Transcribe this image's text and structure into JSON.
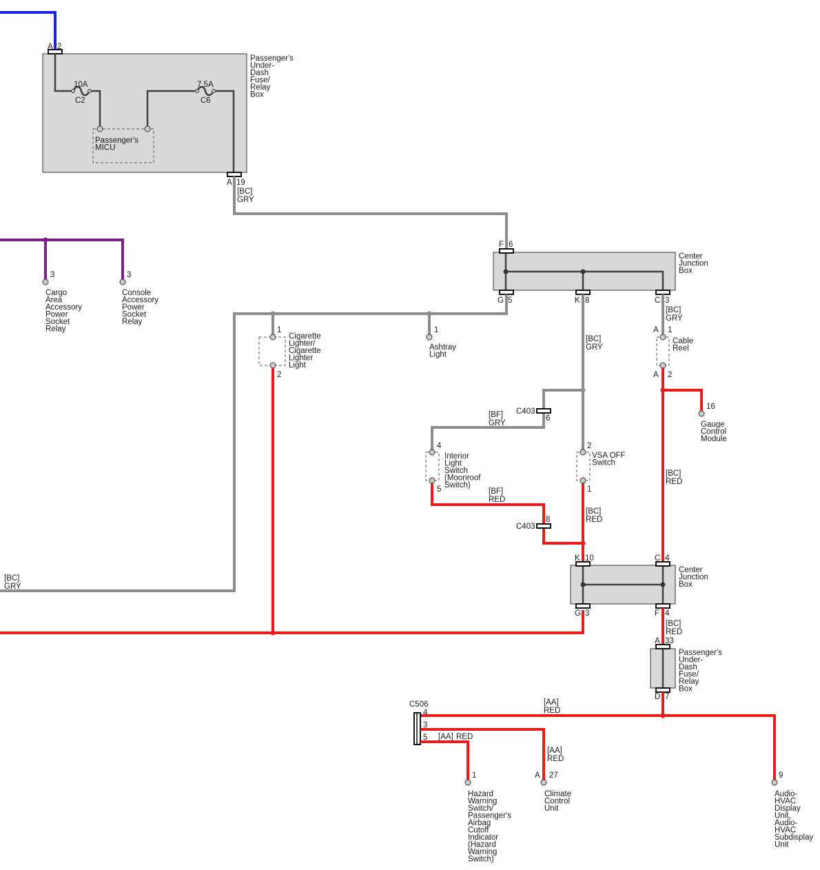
{
  "components": {
    "fuse_box_top": {
      "lines": [
        "Passenger's",
        "Under-",
        "Dash",
        "Fuse/",
        "Relay",
        "Box"
      ]
    },
    "micu": {
      "lines": [
        "Passenger's",
        "MICU"
      ]
    },
    "fuse_c2": {
      "rating": "10A",
      "name": "C2"
    },
    "fuse_c6": {
      "rating": "7.5A",
      "name": "C6"
    },
    "cjb_top": {
      "lines": [
        "Center",
        "Junction",
        "Box"
      ]
    },
    "cjb_bottom": {
      "lines": [
        "Center",
        "Junction",
        "Box"
      ]
    },
    "fuse_box_bottom": {
      "lines": [
        "Passenger's",
        "Under-",
        "Dash",
        "Fuse/",
        "Relay",
        "Box"
      ]
    },
    "cargo_relay": {
      "pin": "3",
      "lines": [
        "Cargo",
        "Area",
        "Accessory",
        "Power",
        "Socket",
        "Relay"
      ]
    },
    "console_relay": {
      "pin": "3",
      "lines": [
        "Console",
        "Accessory",
        "Power",
        "Socket",
        "Relay"
      ]
    },
    "cig_lighter": {
      "pin_top": "1",
      "pin_bottom": "2",
      "lines": [
        "Cigarette",
        "Lighter/",
        "Cigarette",
        "Lighter",
        "Light"
      ]
    },
    "ashtray": {
      "pin": "1",
      "lines": [
        "Ashtray",
        "Light"
      ]
    },
    "cable_reel": {
      "conn_top": "A",
      "pin_top": "1",
      "conn_bottom": "A",
      "pin_bottom": "2",
      "lines": [
        "Cable",
        "Reel"
      ]
    },
    "gauge": {
      "pin": "16",
      "lines": [
        "Gauge",
        "Control",
        "Module"
      ]
    },
    "interior_switch": {
      "pin_top": "4",
      "pin_bottom": "5",
      "lines": [
        "Interior",
        "Light",
        "Switch",
        "(Moonroof",
        "Switch)"
      ]
    },
    "vsa_switch": {
      "pin_top": "2",
      "pin_bottom": "1",
      "lines": [
        "VSA OFF",
        "Switch"
      ]
    },
    "hazard": {
      "pin": "1",
      "lines": [
        "Hazard",
        "Warning",
        "Switch/",
        "Passenger's",
        "Airbag",
        "Cutoff",
        "Indicator",
        "(Hazard",
        "Warning",
        "Switch)"
      ]
    },
    "climate": {
      "conn": "A",
      "pin": "27",
      "lines": [
        "Climate",
        "Control",
        "Unit"
      ]
    },
    "audio": {
      "pin": "9",
      "lines": [
        "Audio-",
        "HVAC",
        "Display",
        "Unit,",
        "Audio-",
        "HVAC",
        "Subdisplay",
        "Unit"
      ]
    }
  },
  "connectors": {
    "top_in": {
      "conn": "A",
      "pin": "2"
    },
    "fuse_out": {
      "conn": "A",
      "pin": "19"
    },
    "cjb_f": {
      "conn": "F",
      "pin": "6"
    },
    "cjb_g": {
      "conn": "G",
      "pin": "5"
    },
    "cjb_k": {
      "conn": "K",
      "pin": "8"
    },
    "cjb_c": {
      "conn": "C",
      "pin": "3"
    },
    "c403_upper": {
      "name": "C403",
      "pin": "6"
    },
    "c403_lower": {
      "name": "C403",
      "pin": "8"
    },
    "cjb2_k": {
      "conn": "K",
      "pin": "10"
    },
    "cjb2_c": {
      "conn": "C",
      "pin": "4"
    },
    "cjb2_g": {
      "conn": "G",
      "pin": "3"
    },
    "cjb2_f": {
      "conn": "F",
      "pin": "4"
    },
    "fb2_a": {
      "conn": "A",
      "pin": "33"
    },
    "fb2_d": {
      "conn": "D",
      "pin": "7"
    },
    "c506": {
      "name": "C506",
      "pin_top": "4",
      "pin_mid": "3",
      "pin_bot": "5"
    }
  },
  "wires": {
    "fuse_out": {
      "code": "[BC]",
      "color": "GRY"
    },
    "cjb_c_out": {
      "code": "[BC]",
      "color": "GRY"
    },
    "cjb_k_out": {
      "code": "[BC]",
      "color": "GRY"
    },
    "c403_gry": {
      "code": "[BF]",
      "color": "GRY"
    },
    "left_gry": {
      "code": "[BC]",
      "color": "GRY"
    },
    "gauge_red": {
      "code": "[BC]",
      "color": "RED"
    },
    "interior_red": {
      "code": "[BF]",
      "color": "RED"
    },
    "vsa_red": {
      "code": "[BC]",
      "color": "RED"
    },
    "cjb2_out": {
      "code": "[BC]",
      "color": "RED"
    },
    "audio_red": {
      "code": "[AA]",
      "color": "RED"
    },
    "climate_red": {
      "code": "[AA]",
      "color": "RED"
    },
    "hazard_red": {
      "code": "[AA]",
      "color": "RED"
    }
  },
  "colors": {
    "gray_wire": "#8c8c8c",
    "red_wire": "#e81c1c",
    "purple_wire": "#7a1f86",
    "blue_wire": "#1a24e0",
    "box_fill": "#d9d9d9"
  }
}
